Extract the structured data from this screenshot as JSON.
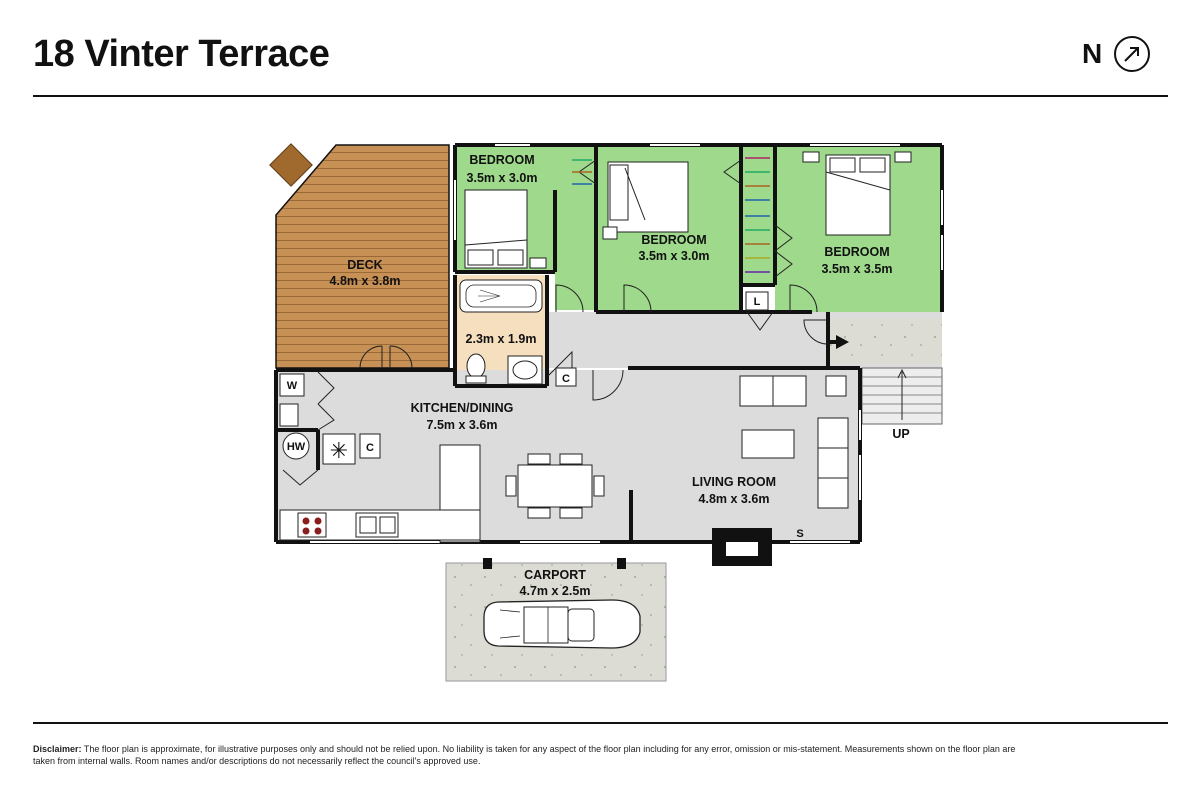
{
  "header": {
    "title": "18 Vinter Terrace",
    "north_label": "N",
    "north_icon": "north-arrow-icon"
  },
  "rooms": {
    "deck": {
      "name": "DECK",
      "size": "4.8m x 3.8m"
    },
    "bedroom1": {
      "name": "BEDROOM",
      "size": "3.5m x 3.0m"
    },
    "bedroom2": {
      "name": "BEDROOM",
      "size": "3.5m x 3.0m"
    },
    "bedroom3": {
      "name": "BEDROOM",
      "size": "3.5m x 3.5m"
    },
    "bathroom": {
      "name": "",
      "size": "2.3m x 1.9m"
    },
    "kitchen": {
      "name": "KITCHEN/DINING",
      "size": "7.5m x 3.6m"
    },
    "living": {
      "name": "LIVING ROOM",
      "size": "4.8m x 3.6m"
    },
    "carport": {
      "name": "CARPORT",
      "size": "4.7m x 2.5m"
    }
  },
  "fixtures": {
    "linen": "L",
    "cupboard_hall": "C",
    "cupboard_kitchen": "C",
    "washer": "W",
    "hot_water": "HW",
    "storage": "S",
    "stairs": "UP"
  },
  "colors": {
    "bedroom_fill": "#9fd98b",
    "deck_fill": "#c79055",
    "wet_fill": "#f6dfbf",
    "living_fill": "#dcdcdc",
    "porch_fill": "#d9d9d2",
    "wall": "#111111"
  },
  "footer": {
    "disclaimer_label": "Disclaimer:",
    "disclaimer_text": "The floor plan is approximate, for illustrative purposes only and should not be relied upon. No liability is taken for any aspect of the floor plan including for any error, omission or mis-statement. Measurements shown on the floor plan are taken from internal walls. Room names and/or descriptions do not necessarily reflect the council's approved use."
  }
}
